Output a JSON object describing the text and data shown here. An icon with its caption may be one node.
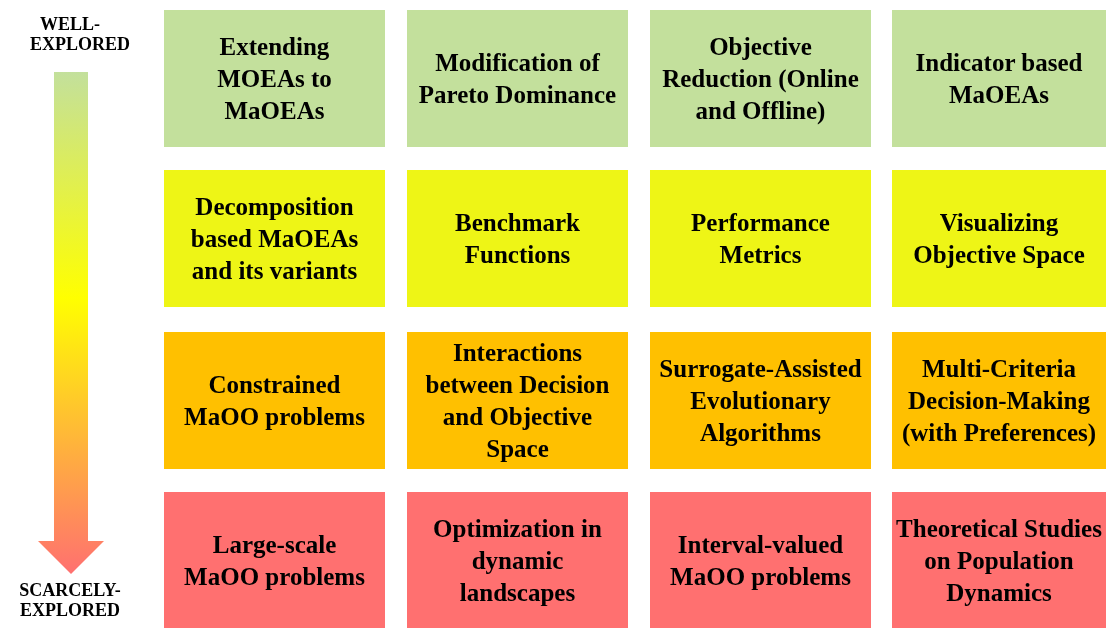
{
  "diagram": {
    "nodes": [
      {
        "text": [
          "Extending MOEAs to MaOEAs"
        ]
      },
      {
        "text": [
          "Modification of Pareto Dominance"
        ]
      },
      {
        "text": [
          "Objective Reduction (Online and Offline)"
        ]
      },
      {
        "text": [
          "Indicator based MaOEAs"
        ]
      },
      {
        "text": [
          "Decomposition based MaOEAs and its variants"
        ]
      },
      {
        "text": [
          "Benchmark Functions"
        ]
      },
      {
        "text": [
          "Performance Metrics"
        ]
      },
      {
        "text": [
          "Visualizing Objective Space"
        ]
      },
      {
        "text": [
          "Constrained MaOO problems"
        ]
      },
      {
        "text": [
          "Interactions between Decision and Objective Space"
        ]
      },
      {
        "text": [
          "Surrogate-Assisted Evolutionary Algorithms"
        ]
      },
      {
        "text": [
          "Multi-Criteria Decision-Making (with Preferences)"
        ]
      },
      {
        "text": [
          "Large-scale MaOO problems"
        ]
      },
      {
        "text": [
          "Optimization in dynamic landscapes"
        ]
      },
      {
        "text": [
          "Interval-valued MaOO problems"
        ]
      },
      {
        "text": [
          "Theoretical Studies on Population Dynamics"
        ]
      }
    ],
    "labels": [
      "WELL-EXPLORED",
      "SCARCELY-EXPLORED"
    ]
  }
}
